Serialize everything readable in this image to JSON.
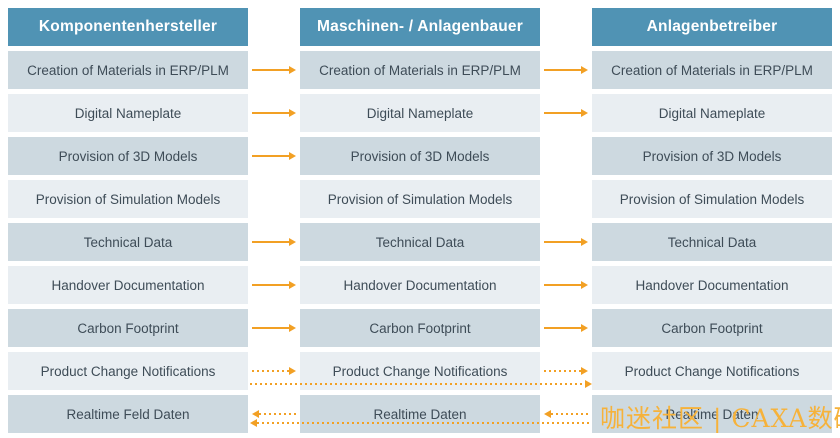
{
  "diagram": {
    "columns": [
      {
        "header": "Komponentenhersteller",
        "rows": [
          "Creation of Materials in ERP/PLM",
          "Digital Nameplate",
          "Provision of 3D Models",
          "Provision of Simulation Models",
          "Technical Data",
          "Handover Documentation",
          "Carbon Footprint",
          "Product Change Notifications",
          "Realtime Feld Daten"
        ]
      },
      {
        "header": "Maschinen- / Anlagenbauer",
        "rows": [
          "Creation of Materials in ERP/PLM",
          "Digital Nameplate",
          "Provision of 3D Models",
          "Provision of Simulation Models",
          "Technical Data",
          "Handover Documentation",
          "Carbon Footprint",
          "Product Change Notifications",
          "Realtime Daten"
        ]
      },
      {
        "header": "Anlagenbetreiber",
        "rows": [
          "Creation of Materials in ERP/PLM",
          "Digital Nameplate",
          "Provision of 3D Models",
          "Provision of Simulation Models",
          "Technical Data",
          "Handover Documentation",
          "Carbon Footprint",
          "Product Change Notifications",
          "Realtime Daten"
        ]
      }
    ],
    "arrows": {
      "gap1": [
        "solid-right",
        "solid-right",
        "solid-right",
        "none",
        "solid-right",
        "solid-right",
        "solid-right",
        "dotted-right",
        "dotted-left"
      ],
      "gap2": [
        "solid-right",
        "solid-right",
        "none",
        "none",
        "solid-right",
        "solid-right",
        "solid-right",
        "dotted-right",
        "dotted-left"
      ],
      "cross_links": [
        {
          "row": 8,
          "style": "dotted",
          "direction": "right"
        },
        {
          "row": 9,
          "style": "dotted",
          "direction": "left"
        }
      ]
    }
  },
  "colors": {
    "header_bg": "#5093b4",
    "row_dark": "#cdd9e0",
    "row_light": "#e9eef2",
    "arrow": "#f2a024",
    "text": "#3e4c57",
    "header_text": "#ffffff",
    "watermark": "#f6b23a"
  },
  "watermark": {
    "text": "咖迷社区 | CAXA数码大方"
  }
}
